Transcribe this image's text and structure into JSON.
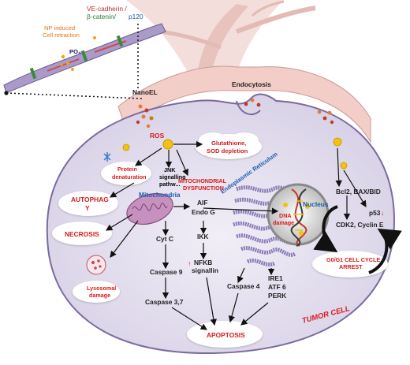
{
  "inset": {
    "ve_cadherin": "VE-cadherin /",
    "beta_catenin": "β-catenin/",
    "p120": "p120",
    "np_induced_1": "NP induced",
    "np_induced_2": "Cell retraction",
    "po4": "PO₄"
  },
  "labels": {
    "nanoel": "NanoEL",
    "endocytosis": "Endocytosis",
    "ros": "ROS",
    "glutathione_1": "Glutathione,",
    "glutathione_2": "SOD depletion",
    "protein_den_1": "Protein",
    "protein_den_2": "denaturation",
    "jnk_1": "JNK",
    "jnk_2": "signalling",
    "jnk_3": "pathw...",
    "mito_dys_1": "MITOCHONDRIAL",
    "mito_dys_2": "DYSFUNCTION",
    "autophagy_1": "AUTOPHAG",
    "autophagy_2": "Y",
    "mitochondria": "Mitochondria",
    "er": "Endoplasmic Reticulum",
    "nucleus": "Nucleus",
    "dna_1": "DNA",
    "dna_2": "damage",
    "aif": "AIF",
    "endo_g": "Endo G",
    "ikk": "IKK",
    "nfkb_1": "NFKB",
    "nfkb_2": "signallin",
    "necrosis": "NECROSIS",
    "cyt_c": "Cyt C",
    "caspase9": "Caspase 9",
    "caspase37": "Caspase 3,7",
    "caspase4": "Caspase 4",
    "ire1": "IRE1",
    "atf6": "ATF 6",
    "perk": "PERK",
    "lyso_1": "Lysosomal",
    "lyso_2": "damage",
    "apoptosis": "APOPTOSIS",
    "bcl2": "Bcl2, BAX/BID",
    "p53": "p53",
    "cdk2": "CDK2, Cyclin E",
    "g0g1_1": "G0/G1 CELL CYCLE",
    "g0g1_2": "ARREST",
    "tumor_cell": "TUMOR CELL"
  },
  "colors": {
    "cell_fill": "#e9e4f1",
    "cell_stroke": "#7b6a9e",
    "vessel": "#e8c9c4",
    "membrane": "#f2c8c3",
    "red_text": "#d81b1b",
    "blue_text": "#1c5aa8",
    "nanoparticle": "#f4c20d",
    "er": "#8a7bb8",
    "mitochondria": "#b07aa8"
  }
}
